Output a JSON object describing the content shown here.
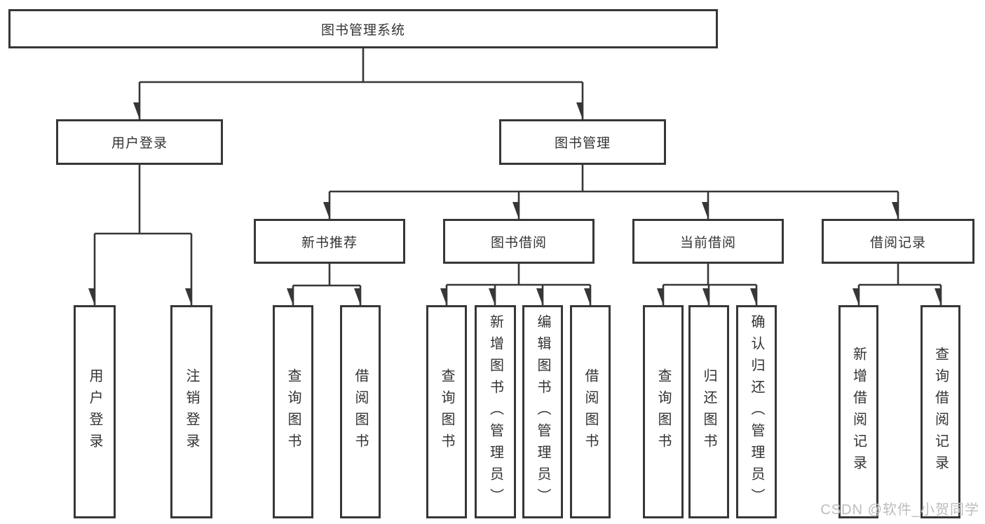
{
  "diagram_title": "图书管理系统",
  "colors": {
    "line": "#373737",
    "text": "#333333",
    "watermark": "#bdbdbd",
    "background": "#ffffff"
  },
  "tree": {
    "root": "图书管理系统",
    "branches": [
      {
        "label": "用户登录",
        "children": [
          "用户登录",
          "注销登录"
        ]
      },
      {
        "label": "图书管理",
        "children": [
          {
            "label": "新书推荐",
            "children": [
              "查询图书",
              "借阅图书"
            ]
          },
          {
            "label": "图书借阅",
            "children": [
              "查询图书",
              "新增图书（管理员）",
              "编辑图书（管理员）",
              "借阅图书"
            ]
          },
          {
            "label": "当前借阅",
            "children": [
              "查询图书",
              "归还图书",
              "确认归还（管理员）"
            ]
          },
          {
            "label": "借阅记录",
            "children": [
              "新增借阅记录",
              "查询借阅记录"
            ]
          }
        ]
      }
    ]
  },
  "watermark": "CSDN @软件_小贺同学"
}
